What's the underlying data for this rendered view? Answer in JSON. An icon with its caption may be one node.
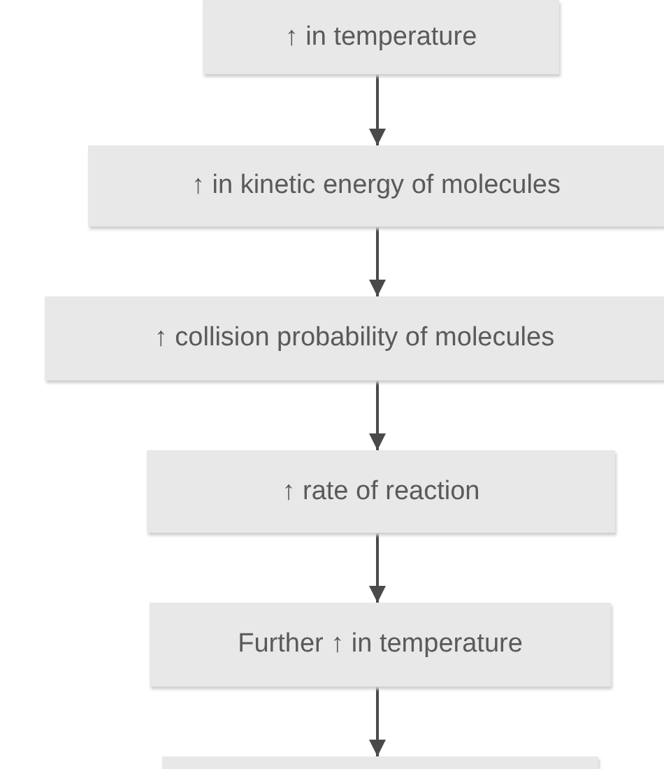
{
  "diagram": {
    "nodes": [
      {
        "text": [
          "↑ in temperature"
        ]
      },
      {
        "text": [
          "↑ in kinetic energy of molecules"
        ]
      },
      {
        "text": [
          "↑ collision probability of molecules"
        ]
      },
      {
        "text": [
          "↑ rate of reaction"
        ]
      },
      {
        "text": [
          "Further ↑ in temperature"
        ]
      },
      {
        "text": [],
        "shape": "box"
      }
    ],
    "edges": [
      {
        "from": 0,
        "to": 1,
        "arrow": "to"
      },
      {
        "from": 1,
        "to": 2,
        "arrow": "to"
      },
      {
        "from": 2,
        "to": 3,
        "arrow": "to"
      },
      {
        "from": 3,
        "to": 4,
        "arrow": "to"
      },
      {
        "from": 4,
        "to": 5,
        "arrow": "to"
      }
    ]
  }
}
